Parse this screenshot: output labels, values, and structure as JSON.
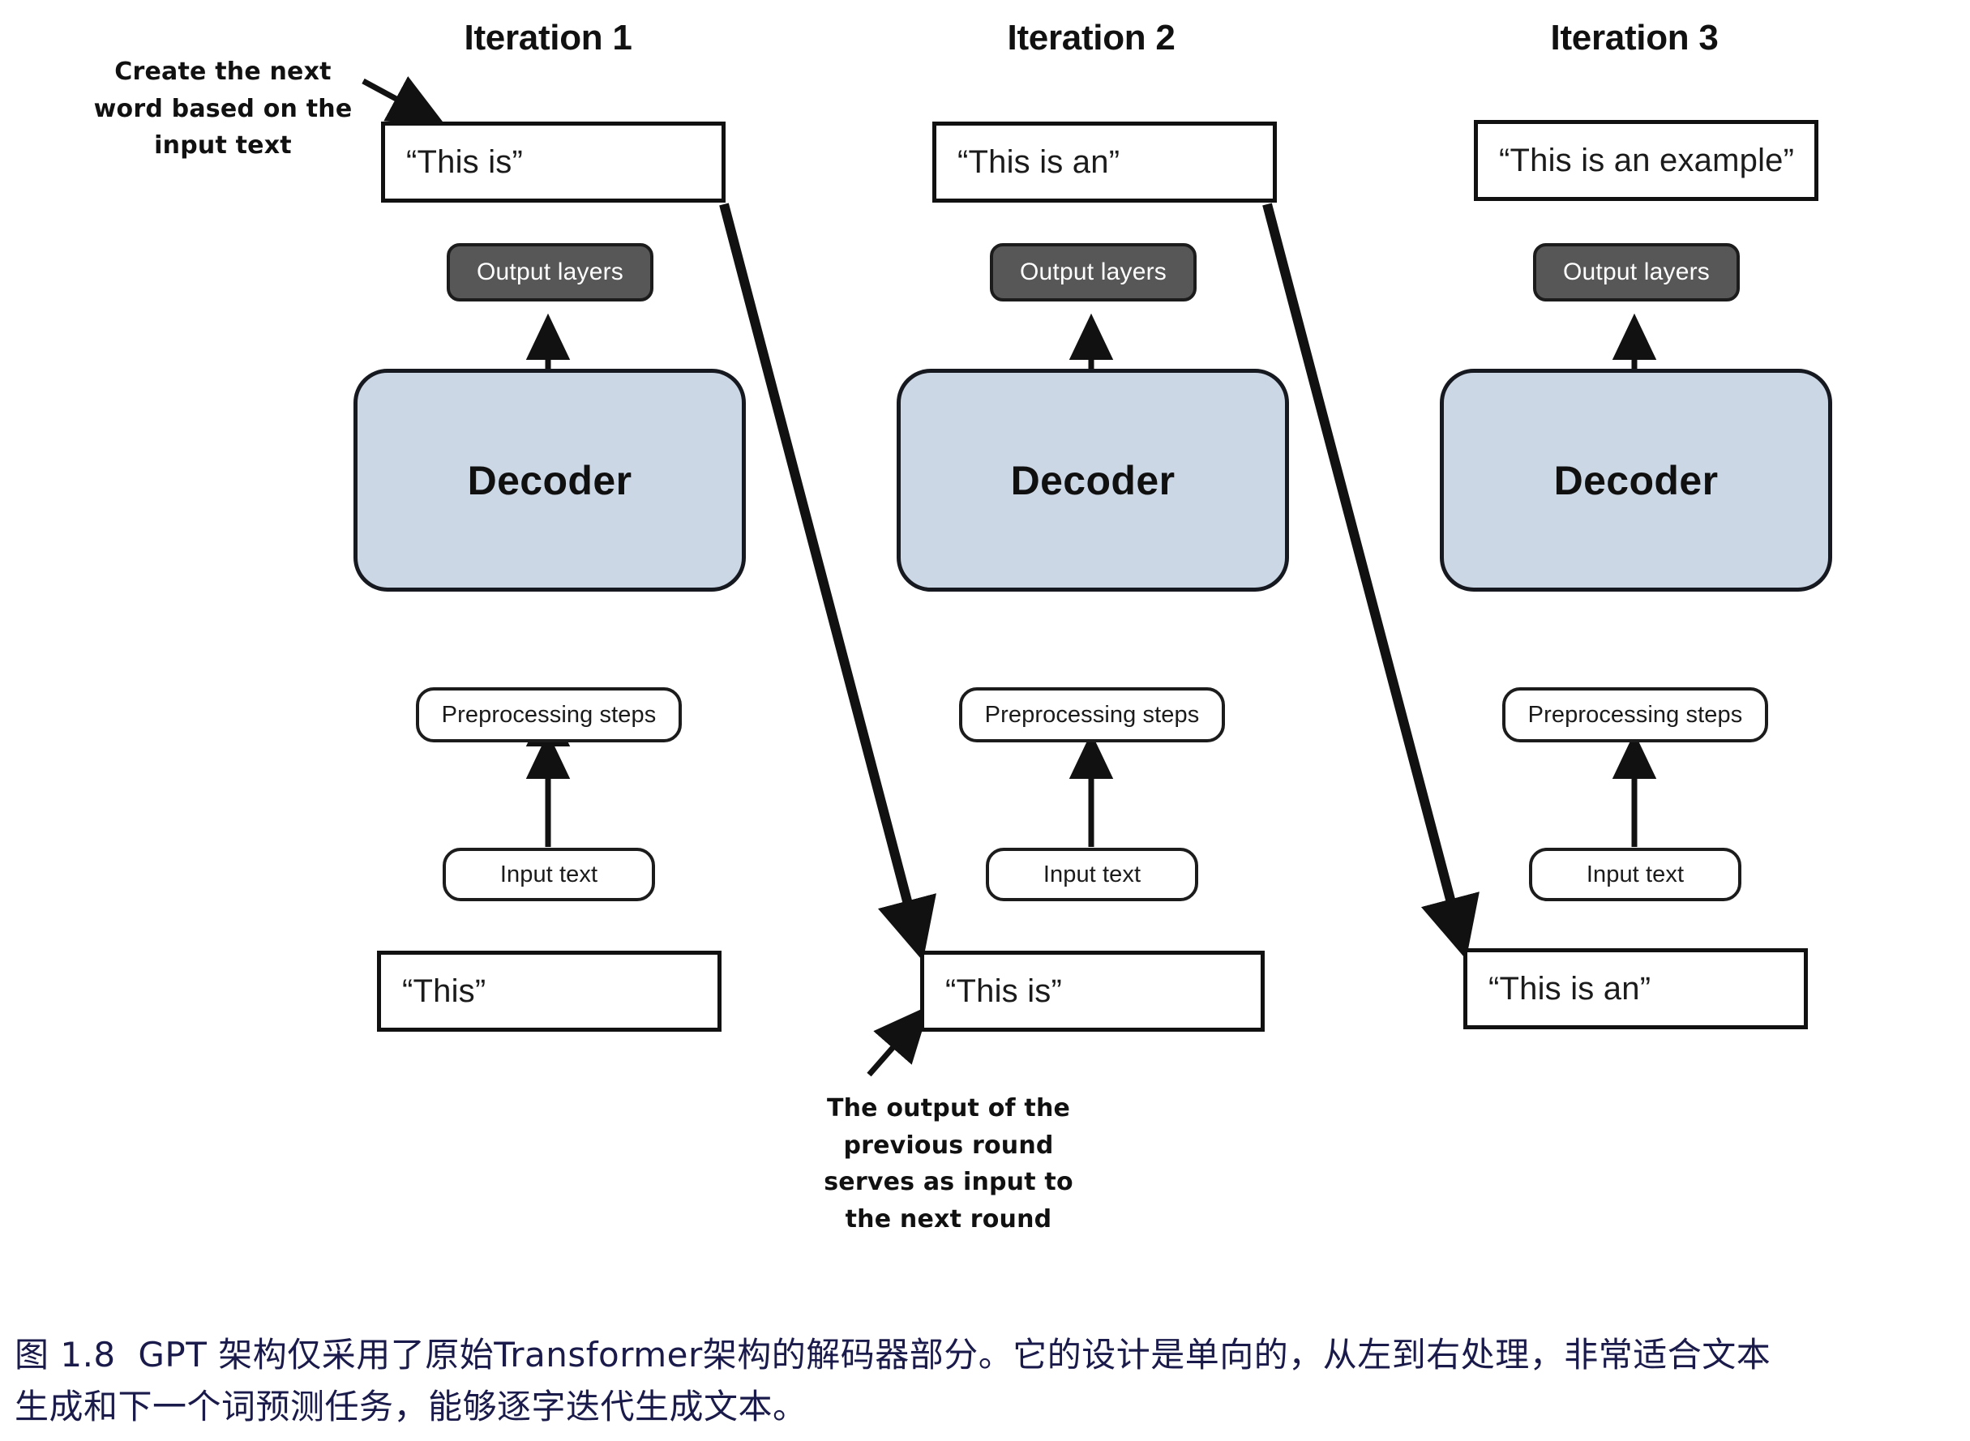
{
  "figure": {
    "columns": [
      {
        "title": "Iteration 1",
        "output_text": "“This is”",
        "output_layers_label": "Output layers",
        "decoder_label": "Decoder",
        "preprocessing_label": "Preprocessing steps",
        "input_label": "Input text",
        "input_text": "“This”"
      },
      {
        "title": "Iteration 2",
        "output_text": "“This is an”",
        "output_layers_label": "Output layers",
        "decoder_label": "Decoder",
        "preprocessing_label": "Preprocessing steps",
        "input_label": "Input text",
        "input_text": "“This is”"
      },
      {
        "title": "Iteration 3",
        "output_text": "“This is an example”",
        "output_layers_label": "Output layers",
        "decoder_label": "Decoder",
        "preprocessing_label": "Preprocessing steps",
        "input_label": "Input text",
        "input_text": "“This is an”"
      }
    ],
    "annotations": {
      "top_left": "Create the next\nword based on the\ninput text",
      "bottom_center": "The output of the\nprevious round\nserves as input to\nthe next round"
    },
    "caption": {
      "line1": "图 1.8  GPT 架构仅采用了原始Transformer架构的解码器部分。它的设计是单向的，从左到右处理，非常适合文本",
      "line2": "生成和下一个词预测任务，能够逐字迭代生成文本。"
    },
    "colors": {
      "decoder_fill": "#ccd7e6",
      "output_layers_fill": "#575757",
      "stroke": "#111111",
      "caption_text": "#1b1b4b"
    }
  }
}
